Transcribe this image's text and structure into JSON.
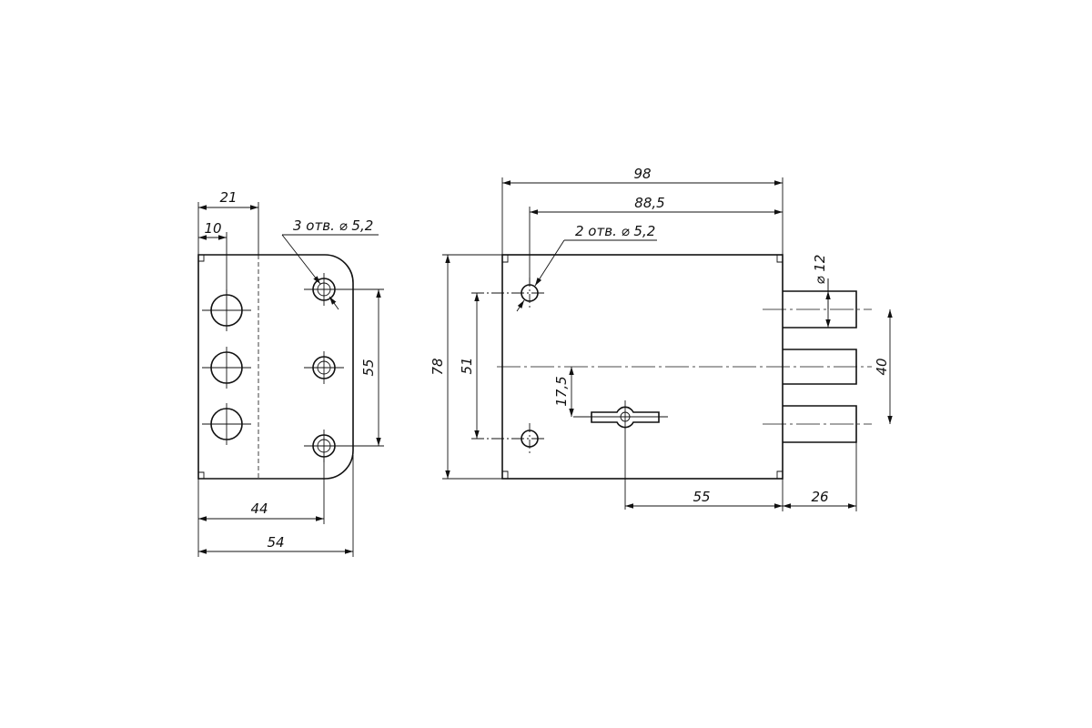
{
  "side_view": {
    "dim_width_21": "21",
    "dim_offset_10": "10",
    "note_holes": "3 отв. ⌀ 5,2",
    "dim_holes_55": "55",
    "dim_44": "44",
    "dim_54": "54"
  },
  "front_view": {
    "dim_98": "98",
    "dim_88_5": "88,5",
    "note_holes": "2 отв. ⌀ 5,2",
    "dim_height_78": "78",
    "dim_holes_51": "51",
    "dim_key_17_5": "17,5",
    "dim_55": "55",
    "dim_bolt_26": "26",
    "dim_bolt_dia_12": "⌀ 12",
    "dim_bolts_40": "40"
  }
}
